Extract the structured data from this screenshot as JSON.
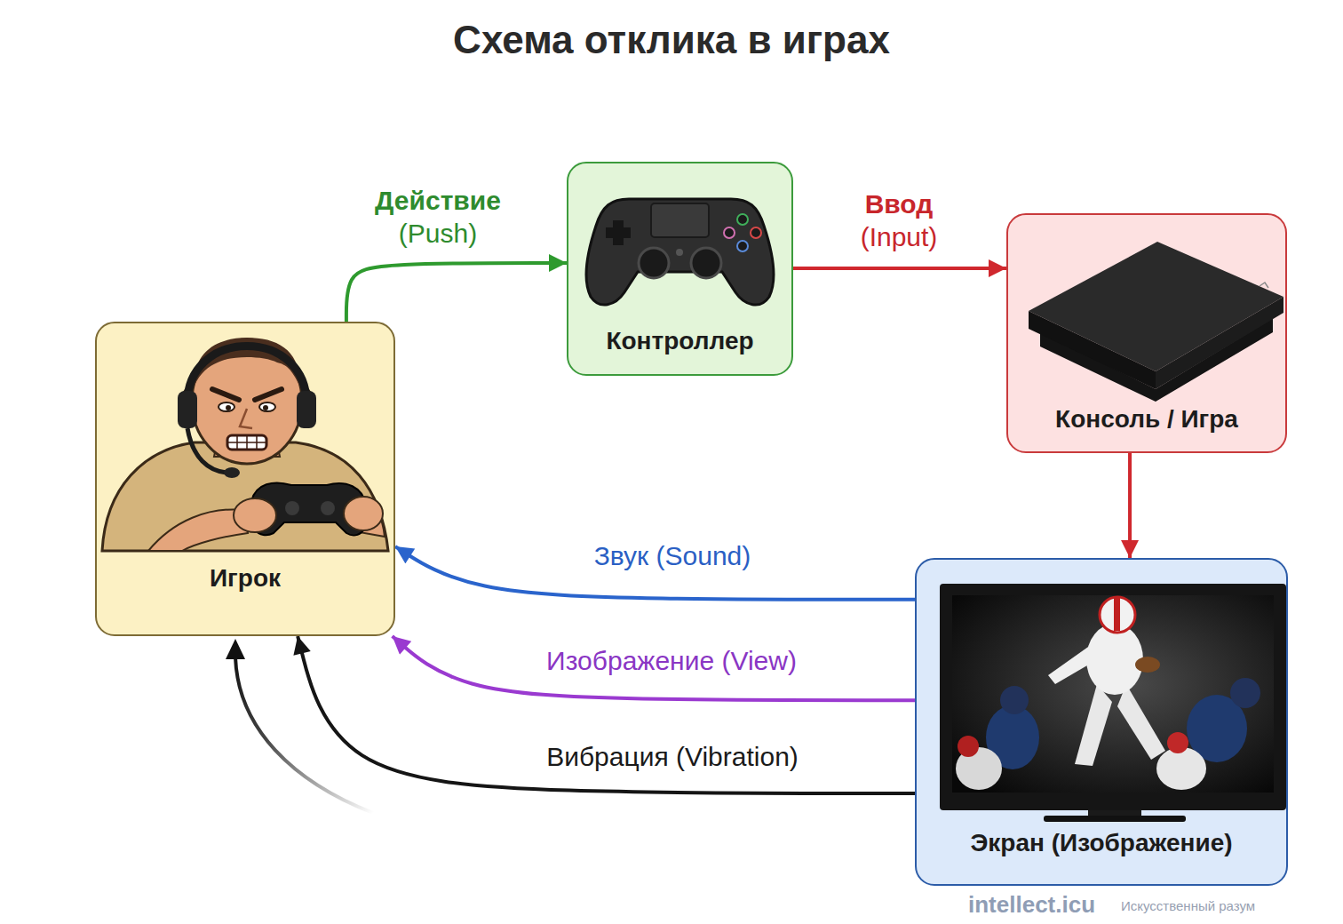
{
  "diagram": {
    "title": "Схема отклика в играх",
    "nodes": [
      {
        "text": [
          "Игрок"
        ]
      },
      {
        "text": [
          "Контроллер"
        ]
      },
      {
        "text": [
          "Консоль / Игра"
        ]
      },
      {
        "text": [
          "Экран (Изображение)"
        ]
      }
    ],
    "edges": [
      {
        "from": 0,
        "to": 1,
        "label": "Действие (Push)",
        "arrow": "to"
      },
      {
        "from": 1,
        "to": 2,
        "label": "Ввод (Input)",
        "arrow": "to"
      },
      {
        "from": 2,
        "to": 3,
        "arrow": "to"
      },
      {
        "from": 3,
        "to": 0,
        "label": "Звук (Sound)",
        "arrow": "to"
      },
      {
        "from": 3,
        "to": 0,
        "label": "Изображение (View)",
        "arrow": "to"
      },
      {
        "from": 3,
        "to": 0,
        "label": "Вибрация (Vibration)",
        "arrow": "to"
      }
    ],
    "labels": [
      "intellect.icu",
      "Искусственный разум"
    ]
  }
}
